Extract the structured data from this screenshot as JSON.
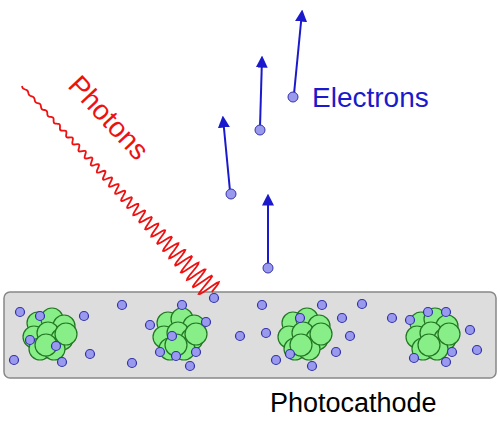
{
  "diagram": {
    "labels": [
      "Photons",
      "Electrons",
      "Photocathode"
    ]
  }
}
